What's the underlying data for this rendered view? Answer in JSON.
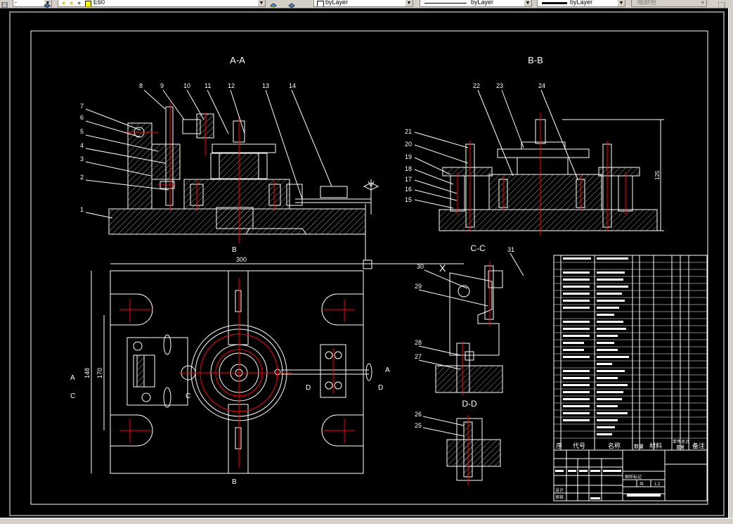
{
  "toolbar": {
    "layer_combo": "E60",
    "color_combo": "byLayer",
    "linetype_combo": "byLayer",
    "lineweight_combo": "byLayer",
    "plotstyle_combo": "随颜色"
  },
  "drawing": {
    "section_aa": "A-A",
    "section_bb": "B-B",
    "section_cc": "C-C",
    "section_dd": "D-D",
    "mark_b_top": "B",
    "mark_b_bottom": "B",
    "mark_a_left": "A",
    "mark_a_right": "A",
    "mark_c_left": "C",
    "mark_c_right": "C",
    "mark_d_left": "D",
    "mark_d_right": "D",
    "mark_x": "X",
    "dim_width": "300",
    "dim_height": "148",
    "dim_height2": "170",
    "dim_bb_height": "125",
    "balloons_aa_top": [
      "8",
      "9",
      "10",
      "11",
      "12",
      "13",
      "14"
    ],
    "balloons_aa_left": [
      "7",
      "6",
      "5",
      "4",
      "3",
      "2",
      "1"
    ],
    "balloons_bb_top": [
      "22",
      "23",
      "24"
    ],
    "balloons_bb_left": [
      "21",
      "20",
      "19",
      "18",
      "17",
      "16",
      "15"
    ],
    "balloons_cc": [
      "30",
      "31",
      "29",
      "28",
      "27"
    ],
    "balloons_dd": [
      "26",
      "25"
    ]
  },
  "title_block": {
    "header": [
      "序",
      "代号",
      "名称",
      "数量",
      "材料",
      "单件",
      "总计",
      "备注"
    ],
    "h_serial": "序",
    "h_code": "代号",
    "h_name": "名称",
    "h_qty": "数量",
    "h_material": "材料",
    "h_single": "单件",
    "h_total": "总计",
    "h_weight": "重量",
    "h_remark": "备注",
    "school": "图样标记",
    "sheet": "共",
    "scale": "1:2",
    "designer": "设计",
    "checker": "审核"
  }
}
